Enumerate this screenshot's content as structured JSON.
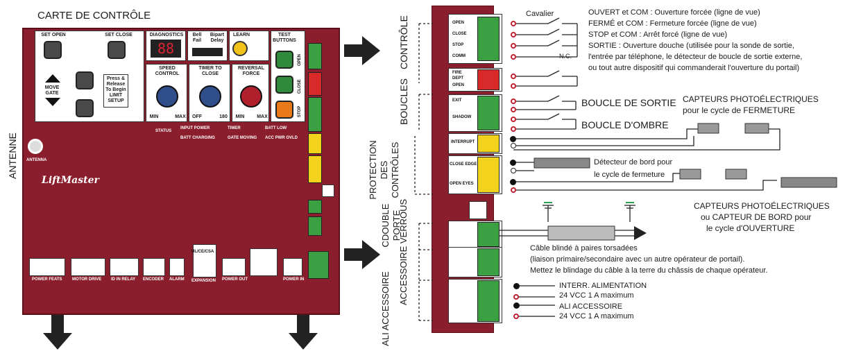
{
  "left": {
    "title": "CARTE DE CONTRÔLE",
    "antenna_label": "ANTENNE",
    "board": {
      "set_open": "SET OPEN",
      "set_close": "SET CLOSE",
      "move_gate": "MOVE GATE",
      "press_release": "Press & Release To Begin LIMIT SETUP",
      "diagnostics": "DIAGNOSTICS",
      "display": "88",
      "bell": "Bell",
      "fail": "Fail",
      "bipart": "Bipart",
      "delay": "Delay",
      "learn": "LEARN",
      "test_buttons": "TEST BUTTONS",
      "speed_control": "SPEED CONTROL",
      "timer_to_close": "TIMER TO CLOSE",
      "reversal_force": "REVERSAL FORCE",
      "min": "MIN",
      "max": "MAX",
      "off": "OFF",
      "sec": "180",
      "open": "OPEN",
      "close": "CLOSE",
      "stop": "STOP",
      "status": "STATUS",
      "input_power": "INPUT POWER",
      "timer": "TIMER",
      "batt_low": "BATT LOW",
      "batt_charging": "BATT CHARGING",
      "gate_moving": "GATE MOVING",
      "acc_pwr_ovld": "ACC PWR OVLD",
      "antenna": "ANTENNA",
      "brand": "LiftMaster",
      "connectors": [
        "POWER FEATS",
        "MOTOR DRIVE",
        "ID IN RELAY",
        "ENCODER",
        "ALARM",
        "POWER OUT",
        "POWER IN"
      ],
      "ul_comp": "UL/CE/CSA",
      "expansion": "EXPANSION"
    }
  },
  "right": {
    "section_labels": {
      "controle": "CONTRÔLE",
      "boucles": "BOUCLES",
      "protection": "PROTECTION DES CONTRÔLES",
      "double": "CDOUBLE PORTE",
      "verrou": "ACCESSOIRE VERROUS",
      "ali": "ALI ACCESSOIRE"
    },
    "cavalier": "Cavalier",
    "nc": "N.C.",
    "term_labels": {
      "open": "OPEN",
      "close": "CLOSE",
      "stop": "STOP",
      "com": "COMM",
      "fire": "FIRE",
      "dept": "DEPT",
      "open2": "OPEN",
      "exit": "EXIT",
      "shadow": "SHADOW",
      "interrupt": "INTERRUPT",
      "close_edge": "CLOSE EDGE",
      "open_eyes": "OPEN EYES"
    },
    "notes": [
      "OUVERT et COM : Ouverture forcée (ligne de vue)",
      "FERMÉ et COM : Fermeture forcée (ligne de vue)",
      "STOP et COM : Arrêt forcé (ligne de vue)",
      "SORTIE : Ouverture douche (utilisée pour la sonde de sortie,",
      "l'entrée par téléphone, le détecteur de boucle de sortie externe,",
      "ou tout autre dispositif qui commanderait l'ouverture du portail)"
    ],
    "boucle_sortie": "BOUCLE DE SORTIE",
    "boucle_ombre": "BOUCLE D'OMBRE",
    "photo_close": [
      "CAPTEURS PHOTOÉLECTRIQUES",
      "pour le cycle de FERMETURE"
    ],
    "edge_close": [
      "Détecteur de bord pour",
      "le cycle de fermeture"
    ],
    "photo_open": [
      "CAPTEURS PHOTOÉLECTRIQUES",
      "ou CAPTEUR DE BORD pour",
      "le cycle d'OUVERTURE"
    ],
    "cable": [
      "Câble blindé à paires torsadées",
      "(liaison primaire/secondaire avec un autre opérateur de portail).",
      "Mettez le blindage du câble à la terre du châssis de chaque opérateur."
    ],
    "interr": [
      "INTERR. ALIMENTATION",
      "24 VCC 1 A maximum"
    ],
    "ali_acc": [
      "ALI ACCESSOIRE",
      "24 VCC 1 A maximum"
    ]
  },
  "colors": {
    "board": "#8b1e2c",
    "terminal_green": "#3aa043",
    "terminal_yellow": "#f2d21a",
    "terminal_red": "#d82a2a"
  }
}
